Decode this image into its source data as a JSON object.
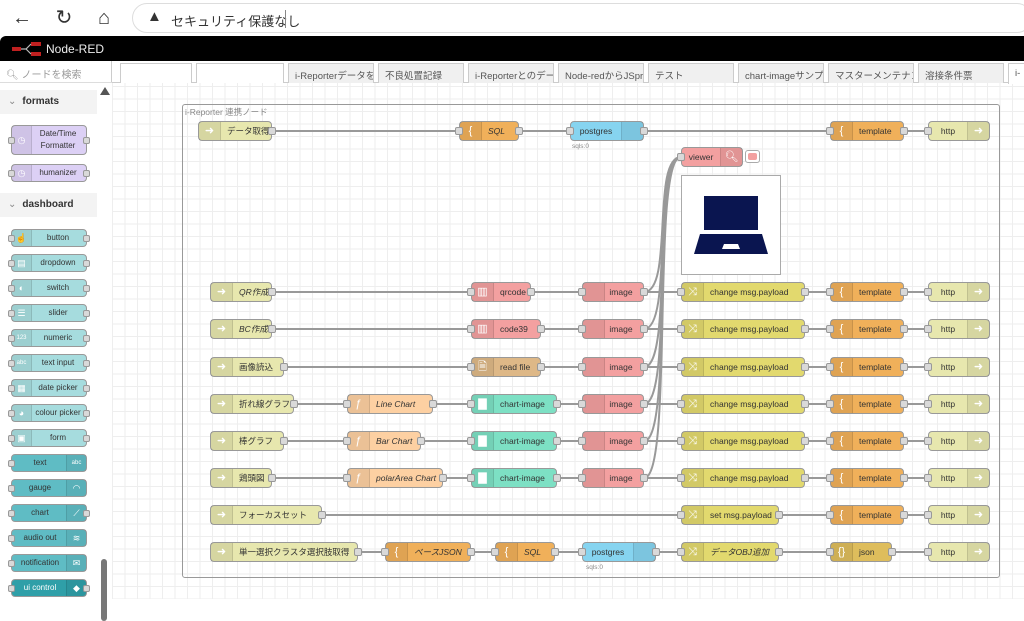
{
  "browser": {
    "back_icon": "arrow-left-icon",
    "reload_icon": "reload-icon",
    "home_icon": "home-icon",
    "security_icon": "warning-triangle-icon",
    "security_text": "セキュリティ保護なし"
  },
  "app": {
    "title": "Node-RED",
    "logo_icon": "node-red-logo-icon"
  },
  "palette": {
    "search_placeholder": "ノードを検索",
    "categories": [
      {
        "label": "formats",
        "nodes": [
          "Date/Time Formatter",
          "humanizer"
        ]
      },
      {
        "label": "dashboard",
        "nodes": [
          "button",
          "dropdown",
          "switch",
          "slider",
          "numeric",
          "text input",
          "date picker",
          "colour picker",
          "form",
          "text",
          "gauge",
          "chart",
          "audio out",
          "notification",
          "ui control"
        ]
      }
    ]
  },
  "tabs": [
    "",
    "",
    "i-Reporterデータを",
    "不良処置記録",
    "i-Reporterとのデー",
    "Node-redからJSpre",
    "テスト",
    "chart-imageサンプル",
    "マスターメンテナン",
    "溶接条件票",
    "i-"
  ],
  "group": {
    "label": "i-Reporter 連携ノード"
  },
  "flows": {
    "row1": {
      "inject": "データ取得",
      "sql": "SQL",
      "postgres": "postgres",
      "postgres_status": "sqls:0",
      "template": "template",
      "http": "http"
    },
    "viewer": {
      "label": "viewer",
      "image_icon": "laptop-icon"
    },
    "rows": [
      {
        "inject": "QR作成",
        "mid": "",
        "gen": "qrcode",
        "image": "image",
        "change": "change msg.payload",
        "template": "template",
        "http": "http"
      },
      {
        "inject": "BC作成",
        "mid": "",
        "gen": "code39",
        "image": "image",
        "change": "change msg.payload",
        "template": "template",
        "http": "http"
      },
      {
        "inject": "画像読込",
        "mid": "",
        "gen": "read file",
        "image": "image",
        "change": "change msg.payload",
        "template": "template",
        "http": "http"
      },
      {
        "inject": "折れ線グラフ",
        "mid": "Line Chart",
        "gen": "chart-image",
        "image": "image",
        "change": "change msg.payload",
        "template": "template",
        "http": "http"
      },
      {
        "inject": "棒グラフ",
        "mid": "Bar Chart",
        "gen": "chart-image",
        "image": "image",
        "change": "change msg.payload",
        "template": "template",
        "http": "http"
      },
      {
        "inject": "鶏頭図",
        "mid": "polarArea Chart",
        "gen": "chart-image",
        "image": "image",
        "change": "change msg.payload",
        "template": "template",
        "http": "http"
      }
    ],
    "focus": {
      "inject": "フォーカスセット",
      "change": "set msg.payload",
      "template": "template",
      "http": "http"
    },
    "last": {
      "inject": "単一選択クラスタ選択肢取得",
      "base": "ベースJSON",
      "sql": "SQL",
      "postgres": "postgres",
      "postgres_status": "sqls:0",
      "change": "データOBJ追加",
      "json": "json",
      "http": "http"
    }
  },
  "colors": {
    "inject": "#e7e7ae",
    "template": "#f0b05a",
    "postgres": "#86d4f0",
    "image": "#f3a0a0",
    "change": "#e2d96e",
    "function": "#fdd0a2",
    "chart_image": "#7de0c4",
    "read_file": "#deb887",
    "json": "#debd5c",
    "formats": "#dcd0f5",
    "dashboard": "#a6dcde",
    "dashboard_dark": "#5fbcc4"
  }
}
